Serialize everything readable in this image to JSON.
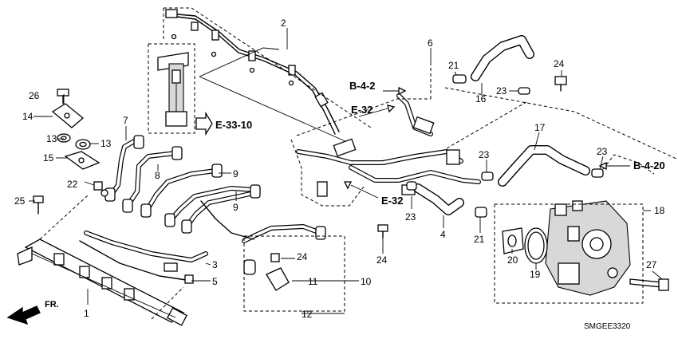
{
  "diagram": {
    "part_numbers": {
      "p1": "1",
      "p2": "2",
      "p3": "3",
      "p4": "4",
      "p5": "5",
      "p6": "6",
      "p7": "7",
      "p8": "8",
      "p9a": "9",
      "p9b": "9",
      "p10": "10",
      "p11": "11",
      "p12": "12",
      "p13a": "13",
      "p13b": "13",
      "p14": "14",
      "p15": "15",
      "p16": "16",
      "p17": "17",
      "p18": "18",
      "p19": "19",
      "p20": "20",
      "p21a": "21",
      "p21b": "21",
      "p22": "22",
      "p23a": "23",
      "p23b": "23",
      "p23c": "23",
      "p23d": "23",
      "p24a": "24",
      "p24b": "24",
      "p24c": "24",
      "p25": "25",
      "p26": "26",
      "p27": "27"
    },
    "section_refs": {
      "e33_10": "E-33-10",
      "b4_2": "B-4-2",
      "e32_top": "E-32",
      "e32_bottom": "E-32",
      "b4_20": "B-4-20"
    },
    "direction_label": "FR.",
    "drawing_code": "SMGEE3320"
  }
}
